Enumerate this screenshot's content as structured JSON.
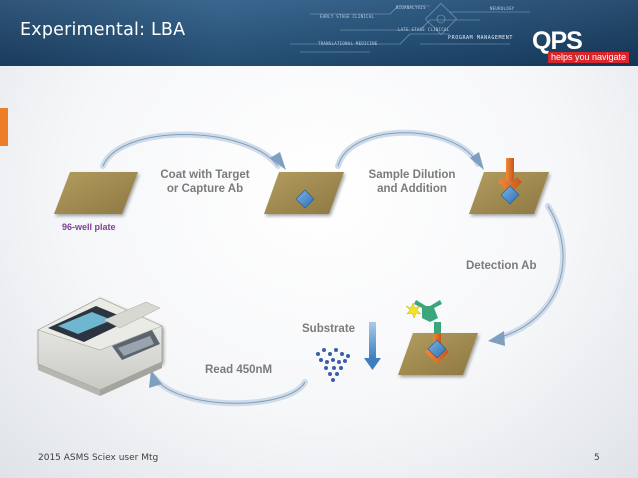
{
  "slide": {
    "title": "Experimental: LBA",
    "header_deco_texts": [
      "BIOANALYSIS",
      "EARLY STAGE CLINICAL",
      "LATE STAGE CLINICAL",
      "TRANSLATIONAL MEDICINE",
      "NEUROLOGY"
    ],
    "header_program": "PROGRAM MANAGEMENT",
    "logo_text": "QPS",
    "logo_tagline": "helps you navigate"
  },
  "diagram": {
    "labels": {
      "coat": [
        "Coat with Target",
        "or Capture Ab"
      ],
      "sample": [
        "Sample Dilution",
        "and Addition"
      ],
      "detection": "Detection Ab",
      "substrate": "Substrate",
      "read": "Read 450nM",
      "plate": "96-well plate"
    }
  },
  "colors": {
    "header": "#1f4d77",
    "plate": "#a08a50",
    "target": "#3f86c8",
    "antibody": "#e06a1e",
    "detection": "#3aa67a",
    "label_gray": "#7b7b7b",
    "plate_label": "#7f3f98",
    "accent": "#ee7d28",
    "logo_tag": "#d8262d"
  },
  "footer": {
    "left": "2015 ASMS Sciex user Mtg",
    "page": "5"
  }
}
